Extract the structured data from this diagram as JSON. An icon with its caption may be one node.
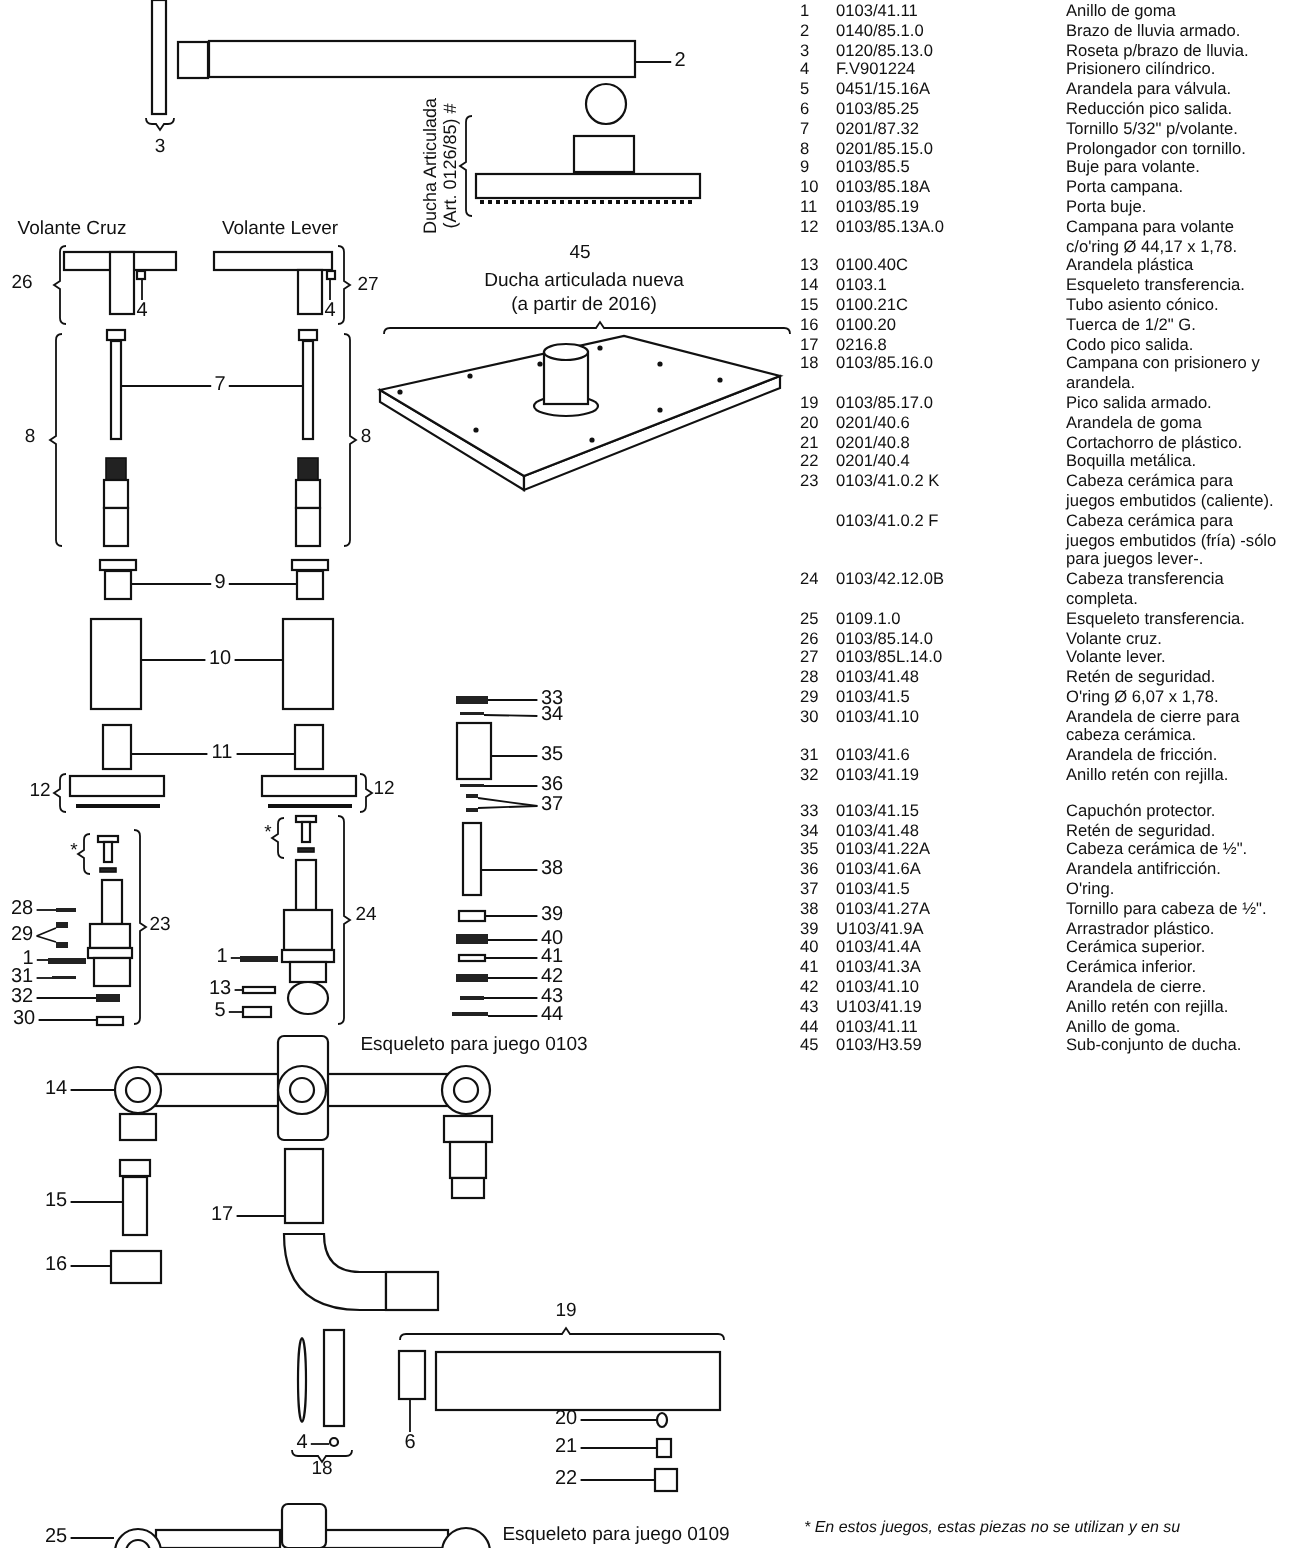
{
  "diagram": {
    "nodes": [
      {
        "text": [
          "2"
        ]
      },
      {
        "text": [
          "4"
        ]
      },
      {
        "text": [
          "4"
        ]
      },
      {
        "text": [
          "7"
        ]
      },
      {
        "text": [
          "9"
        ]
      },
      {
        "text": [
          "10"
        ]
      },
      {
        "text": [
          "11"
        ]
      },
      {
        "text": [
          "28"
        ]
      },
      {
        "text": [
          "29"
        ]
      },
      {
        "text": [
          "1"
        ]
      },
      {
        "text": [
          "31"
        ]
      },
      {
        "text": [
          "32"
        ]
      },
      {
        "text": [
          "30"
        ]
      },
      {
        "text": [
          "1"
        ]
      },
      {
        "text": [
          "13"
        ]
      },
      {
        "text": [
          "5"
        ]
      },
      {
        "text": [
          "33"
        ]
      },
      {
        "text": [
          "34"
        ]
      },
      {
        "text": [
          "35"
        ]
      },
      {
        "text": [
          "36"
        ]
      },
      {
        "text": [
          "37"
        ]
      },
      {
        "text": [
          "38"
        ]
      },
      {
        "text": [
          "39"
        ]
      },
      {
        "text": [
          "40"
        ]
      },
      {
        "text": [
          "41"
        ]
      },
      {
        "text": [
          "42"
        ]
      },
      {
        "text": [
          "43"
        ]
      },
      {
        "text": [
          "44"
        ]
      },
      {
        "text": [
          "14"
        ]
      },
      {
        "text": [
          "15"
        ]
      },
      {
        "text": [
          "16"
        ]
      },
      {
        "text": [
          "17"
        ]
      },
      {
        "text": [
          "4"
        ]
      },
      {
        "text": [
          "6"
        ]
      },
      {
        "text": [
          "20"
        ]
      },
      {
        "text": [
          "21"
        ]
      },
      {
        "text": [
          "22"
        ]
      },
      {
        "text": [
          "25"
        ]
      },
      {
        "text": [],
        "shape": "box"
      },
      {
        "text": [],
        "shape": "box"
      },
      {
        "text": [],
        "shape": "box"
      },
      {
        "text": [],
        "shape": "box"
      },
      {
        "text": [],
        "shape": "box"
      },
      {
        "text": [],
        "shape": "box"
      },
      {
        "text": [],
        "shape": "box"
      },
      {
        "text": [],
        "shape": "box"
      },
      {
        "text": [],
        "shape": "box"
      },
      {
        "text": [],
        "shape": "box"
      },
      {
        "text": [],
        "shape": "box"
      },
      {
        "text": [],
        "shape": "bar"
      },
      {
        "text": [],
        "shape": "bar"
      },
      {
        "text": [],
        "shape": "bar"
      },
      {
        "text": [],
        "shape": "bar"
      },
      {
        "text": [],
        "shape": "bar"
      },
      {
        "text": [],
        "shape": "bar"
      },
      {
        "text": [],
        "shape": "box"
      },
      {
        "text": [],
        "shape": "bar"
      },
      {
        "text": [],
        "shape": "box"
      },
      {
        "text": [],
        "shape": "box"
      },
      {
        "text": [],
        "shape": "bar"
      },
      {
        "text": [],
        "shape": "bar"
      },
      {
        "text": [],
        "shape": "box"
      },
      {
        "text": [],
        "shape": "bar"
      },
      {
        "text": [],
        "shape": "bar"
      },
      {
        "text": [],
        "shape": "bar"
      },
      {
        "text": [],
        "shape": "box"
      },
      {
        "text": [],
        "shape": "box"
      },
      {
        "text": [],
        "shape": "bar"
      },
      {
        "text": [],
        "shape": "box"
      },
      {
        "text": [],
        "shape": "bar"
      },
      {
        "text": [],
        "shape": "bar"
      },
      {
        "text": [],
        "shape": "bar"
      },
      {
        "text": [],
        "shape": "circle"
      },
      {
        "text": [],
        "shape": "box"
      },
      {
        "text": [],
        "shape": "box"
      },
      {
        "text": [],
        "shape": "box"
      },
      {
        "text": [],
        "shape": "circle"
      },
      {
        "text": [],
        "shape": "box"
      },
      {
        "text": [],
        "shape": "circle"
      },
      {
        "text": [],
        "shape": "box"
      },
      {
        "text": [],
        "shape": "box"
      },
      {
        "text": [],
        "shape": "circle"
      }
    ],
    "edges": [
      {
        "from": 0,
        "to": 38,
        "arrow": "none"
      },
      {
        "from": 1,
        "to": 39,
        "arrow": "none"
      },
      {
        "from": 2,
        "to": 40,
        "arrow": "none"
      },
      {
        "from": 3,
        "to": 41,
        "arrow": "none"
      },
      {
        "from": 3,
        "to": 42,
        "arrow": "none"
      },
      {
        "from": 4,
        "to": 43,
        "arrow": "none"
      },
      {
        "from": 4,
        "to": 44,
        "arrow": "none"
      },
      {
        "from": 5,
        "to": 45,
        "arrow": "none"
      },
      {
        "from": 5,
        "to": 46,
        "arrow": "none"
      },
      {
        "from": 6,
        "to": 47,
        "arrow": "none"
      },
      {
        "from": 6,
        "to": 48,
        "arrow": "none"
      },
      {
        "from": 7,
        "to": 49,
        "arrow": "none"
      },
      {
        "from": 8,
        "to": 50,
        "arrow": "none"
      },
      {
        "from": 8,
        "to": 51,
        "arrow": "none"
      },
      {
        "from": 9,
        "to": 52,
        "arrow": "none"
      },
      {
        "from": 10,
        "to": 53,
        "arrow": "none"
      },
      {
        "from": 11,
        "to": 54,
        "arrow": "none"
      },
      {
        "from": 12,
        "to": 55,
        "arrow": "none"
      },
      {
        "from": 13,
        "to": 56,
        "arrow": "none"
      },
      {
        "from": 14,
        "to": 57,
        "arrow": "none"
      },
      {
        "from": 15,
        "to": 58,
        "arrow": "none"
      },
      {
        "from": 16,
        "to": 59,
        "arrow": "none"
      },
      {
        "from": 17,
        "to": 60,
        "arrow": "none"
      },
      {
        "from": 18,
        "to": 61,
        "arrow": "none"
      },
      {
        "from": 19,
        "to": 62,
        "arrow": "none"
      },
      {
        "from": 20,
        "to": 63,
        "arrow": "none"
      },
      {
        "from": 20,
        "to": 64,
        "arrow": "none"
      },
      {
        "from": 21,
        "to": 65,
        "arrow": "none"
      },
      {
        "from": 22,
        "to": 66,
        "arrow": "none"
      },
      {
        "from": 23,
        "to": 67,
        "arrow": "none"
      },
      {
        "from": 24,
        "to": 68,
        "arrow": "none"
      },
      {
        "from": 25,
        "to": 69,
        "arrow": "none"
      },
      {
        "from": 26,
        "to": 70,
        "arrow": "none"
      },
      {
        "from": 27,
        "to": 71,
        "arrow": "none"
      },
      {
        "from": 28,
        "to": 72,
        "arrow": "none"
      },
      {
        "from": 29,
        "to": 73,
        "arrow": "none"
      },
      {
        "from": 30,
        "to": 74,
        "arrow": "none"
      },
      {
        "from": 31,
        "to": 75,
        "arrow": "none"
      },
      {
        "from": 32,
        "to": 76,
        "arrow": "none"
      },
      {
        "from": 33,
        "to": 77,
        "arrow": "none"
      },
      {
        "from": 34,
        "to": 78,
        "arrow": "none"
      },
      {
        "from": 35,
        "to": 79,
        "arrow": "none"
      },
      {
        "from": 36,
        "to": 80,
        "arrow": "none"
      },
      {
        "from": 37,
        "to": 81,
        "arrow": "none"
      }
    ],
    "labels": [
      "3",
      "Ducha Articulada (Art. 0126/85) #",
      "Volante Cruz",
      "Volante Lever",
      "26",
      "27",
      "45",
      "Ducha articulada nueva (a partir de 2016)",
      "8",
      "8",
      "12",
      "12",
      "*",
      "*",
      "23",
      "24",
      "Esqueleto para juego 0103",
      "19",
      "18",
      "Esqueleto para juego 0109",
      "1",
      "0103/41.11",
      "Anillo de goma",
      "2",
      "0140/85.1.0",
      "Brazo de lluvia armado.",
      "3",
      "0120/85.13.0",
      "Roseta p/brazo de lluvia.",
      "4",
      "F.V901224",
      "Prisionero cilíndrico.",
      "5",
      "0451/15.16A",
      "Arandela para válvula.",
      "6",
      "0103/85.25",
      "Reducción pico salida.",
      "7",
      "0201/87.32",
      "Tornillo 5/32\" p/volante.",
      "8",
      "0201/85.15.0",
      "Prolongador con tornillo.",
      "9",
      "0103/85.5",
      "Buje para volante.",
      "10",
      "0103/85.18A",
      "Porta campana.",
      "11",
      "0103/85.19",
      "Porta buje.",
      "12",
      "0103/85.13A.0",
      "Campana para volante c/o'ring Ø 44,17 x 1,78.",
      "13",
      "0100.40C",
      "Arandela plástica",
      "14",
      "0103.1",
      "Esqueleto transferencia.",
      "15",
      "0100.21C",
      "Tubo asiento cónico.",
      "16",
      "0100.20",
      "Tuerca de 1/2\" G.",
      "17",
      "0216.8",
      "Codo pico salida.",
      "18",
      "0103/85.16.0",
      "Campana con prisionero y arandela.",
      "19",
      "0103/85.17.0",
      "Pico salida armado.",
      "20",
      "0201/40.6",
      "Arandela de goma",
      "21",
      "0201/40.8",
      "Cortachorro de plástico.",
      "22",
      "0201/40.4",
      "Boquilla metálica.",
      "23",
      "0103/41.0.2 K",
      "Cabeza cerámica para juegos embutidos (caliente).",
      "0103/41.0.2 F",
      "Cabeza cerámica para juegos embutidos (fría) -sólo para juegos lever-.",
      "24",
      "0103/42.12.0B",
      "Cabeza transferencia completa.",
      "25",
      "0109.1.0",
      "Esqueleto transferencia.",
      "26",
      "0103/85.14.0",
      "Volante cruz.",
      "27",
      "0103/85L.14.0",
      "Volante lever.",
      "28",
      "0103/41.48",
      "Retén de seguridad.",
      "29",
      "0103/41.5",
      "O'ring Ø 6,07 x 1,78.",
      "30",
      "0103/41.10",
      "Arandela de cierre para cabeza cerámica.",
      "31",
      "0103/41.6",
      "Arandela de fricción.",
      "32",
      "0103/41.19",
      "Anillo retén con rejilla.",
      "33",
      "0103/41.15",
      "Capuchón protector.",
      "34",
      "0103/41.48",
      "Retén de seguridad.",
      "35",
      "0103/41.22A",
      "Cabeza cerámica de ½\".",
      "36",
      "0103/41.6A",
      "Arandela antifricción.",
      "37",
      "0103/41.5",
      "O'ring.",
      "38",
      "0103/41.27A",
      "Tornillo para cabeza de ½\".",
      "39",
      "U103/41.9A",
      "Arrastrador plástico.",
      "40",
      "0103/41.4A",
      "Cerámica superior.",
      "41",
      "0103/41.3A",
      "Cerámica inferior.",
      "42",
      "0103/41.10",
      "Arandela de cierre.",
      "43",
      "U103/41.19",
      "Anillo retén con rejilla.",
      "44",
      "0103/41.11",
      "Anillo de goma.",
      "45",
      "0103/H3.59",
      "Sub-conjunto de ducha.",
      "* En estos juegos, estas piezas no se utilizan y en su"
    ]
  }
}
